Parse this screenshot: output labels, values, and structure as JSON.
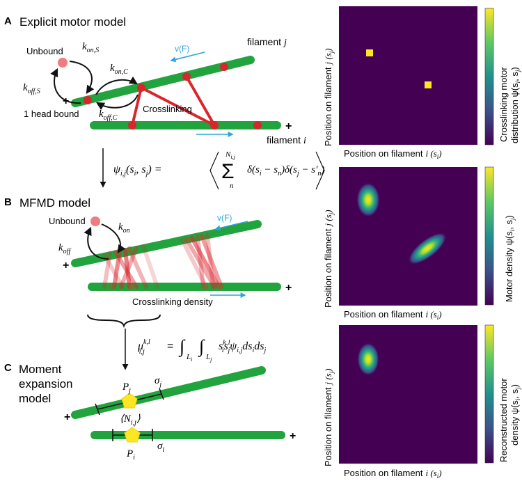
{
  "panels": {
    "a": {
      "letter": "A",
      "title": "Explicit motor model",
      "unbound": "Unbound",
      "k_on_s": "k",
      "k_on_s_sub": "on,S",
      "k_off_s": "k",
      "k_off_s_sub": "off,S",
      "k_on_c": "k",
      "k_on_c_sub": "on,C",
      "k_off_c": "k",
      "k_off_c_sub": "off,C",
      "one_head": "1 head bound",
      "crosslinking": "Crosslinking",
      "filament_j_word": "filament",
      "filament_j_sym": "j",
      "filament_i_word": "filament",
      "filament_i_sym": "i",
      "velocity": "v(F)",
      "plus_top": "+",
      "plus_bottom": "+"
    },
    "eq1": {
      "lhs": "ψ",
      "lhs_sub": "i,j",
      "lhs_args": "(s",
      "args_i": "i",
      "args_mid": ", s",
      "args_j": "j",
      "args_end": ") =",
      "sum_upper": "N",
      "sum_upper_sub": "i,j",
      "sum_lower": "n",
      "body": "δ(s",
      "body_i": "i",
      "body_mid1": " − s",
      "body_n1": "n",
      "body_mid2": ")δ(s",
      "body_j": "j",
      "body_mid3": " − s′",
      "body_n2": "n",
      "body_end": ")"
    },
    "b": {
      "letter": "B",
      "title": "MFMD model",
      "unbound": "Unbound",
      "k_on": "k",
      "k_on_sub": "on",
      "k_off": "k",
      "k_off_sub": "off",
      "velocity": "v(F)",
      "density_label": "Crosslinking density",
      "plus_top": "+",
      "plus_bottom": "+"
    },
    "eq2": {
      "lhs": "μ",
      "lhs_sup": "k,l",
      "lhs_sub": "i,j",
      "eq": "=",
      "int_sub1": "L",
      "int_sub1_i": "i",
      "int_sub2": "L",
      "int_sub2_j": "j",
      "body": "s",
      "body_k": "k",
      "body_i": "i",
      "body_s2": "s",
      "body_l": "l",
      "body_j": "j",
      "body_psi": "ψ",
      "body_psi_sub": "i,j",
      "body_ds": "ds",
      "body_ds_i": "i",
      "body_ds2": "ds",
      "body_ds_j": "j"
    },
    "c": {
      "letter": "C",
      "title_line1": "Moment",
      "title_line2": "expansion",
      "title_line3": "model",
      "p_j": "P",
      "p_j_sub": "j",
      "sigma_j": "σ",
      "sigma_j_sub": "j",
      "n_ij": "⟨N",
      "n_ij_sub": "i,j",
      "n_ij_end": "⟩",
      "sigma_i": "σ",
      "sigma_i_sub": "i",
      "p_i": "P",
      "p_i_sub": "i",
      "plus_top": "+",
      "plus_bottom": "+"
    }
  },
  "heatmaps": [
    {
      "ylabel": "Position on filament",
      "ylabel_sym": "j (s",
      "ylabel_sub": "j",
      "ylabel_end": ")",
      "xlabel": "Position on filament",
      "xlabel_sym": "i (s",
      "xlabel_sub": "i",
      "xlabel_end": ")",
      "cbar_line1": "Crosslinking motor",
      "cbar_line2": "distribution ψ(s",
      "cbar_sub1": "i",
      "cbar_mid": ", s",
      "cbar_sub2": "j",
      "cbar_end": ")"
    },
    {
      "ylabel": "Position on filament",
      "ylabel_sym": "j (s",
      "ylabel_sub": "j",
      "ylabel_end": ")",
      "xlabel": "Position on filament",
      "xlabel_sym": "i (s",
      "xlabel_sub": "i",
      "xlabel_end": ")",
      "cbar_line1": "Motor density ψ(s",
      "cbar_sub1": "i",
      "cbar_mid": ", s",
      "cbar_sub2": "j",
      "cbar_end": ")"
    },
    {
      "ylabel": "Position on filament",
      "ylabel_sym": "j (s",
      "ylabel_sub": "j",
      "ylabel_end": ")",
      "xlabel": "Position on filament",
      "xlabel_sym": "i (s",
      "xlabel_sub": "i",
      "xlabel_end": ")",
      "cbar_line1": "Reconstructed motor",
      "cbar_line2": "density ψ(s",
      "cbar_sub1": "i",
      "cbar_mid": ", s",
      "cbar_sub2": "j",
      "cbar_end": ")"
    }
  ],
  "colors": {
    "filament": "#21a33d",
    "motor": "#d9262e",
    "unbound": "#ee7c80",
    "velocity": "#2aa6d9",
    "heat_bg": "#440154",
    "heat_peak": "#fde725",
    "marker": "#fde725"
  }
}
